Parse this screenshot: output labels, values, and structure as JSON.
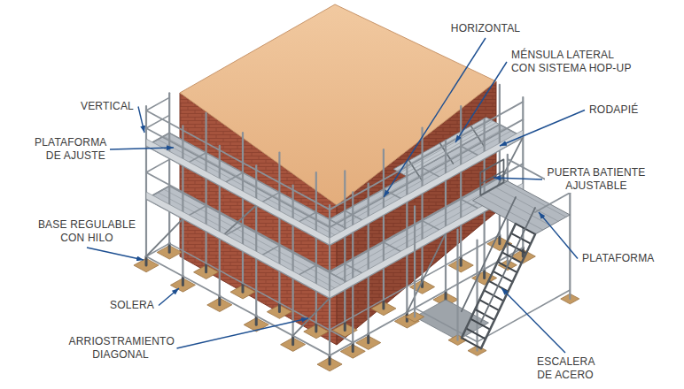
{
  "diagram": {
    "labels": [
      "VERTICAL",
      "PLATAFORMA DE AJUSTE",
      "BASE REGULABLE CON HILO",
      "SOLERA",
      "ARRIOSTRAMIENTO DIAGONAL",
      "HORIZONTAL",
      "MÉNSULA LATERAL CON SISTEMA HOP-UP",
      "RODAPIÉ",
      "PUERTA BATIENTE AJUSTABLE",
      "PLATAFORMA",
      "ESCALERA DE ACERO"
    ]
  }
}
